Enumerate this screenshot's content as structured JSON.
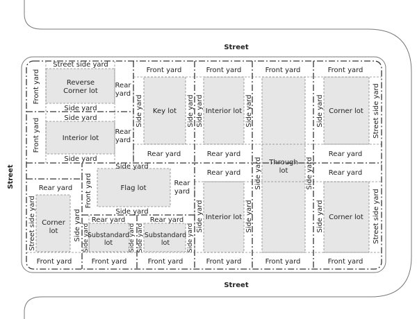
{
  "title": "Lot types and yards diagram",
  "labels": [
    "Street",
    "Street",
    "Street",
    "Street side yard",
    "Front yard",
    "Reverse",
    "Corner lot",
    "Rear",
    "yard",
    "Side yard",
    "Side yard",
    "Front yard",
    "Interior lot",
    "Rear",
    "yard",
    "Side yard",
    "Front yard",
    "Key lot",
    "Side yard",
    "Side yard",
    "Rear yard",
    "Front yard",
    "Side yard",
    "Interior lot",
    "Side yard",
    "Rear yard",
    "Front yard",
    "Through",
    "lot",
    "Side yard",
    "Side yard",
    "Front yard",
    "Side yard",
    "Corner lot",
    "Street side yard",
    "Rear yard",
    "Rear yard",
    "Rear yard",
    "Side yard",
    "Flag lot",
    "Rear",
    "yard",
    "Front yard",
    "Side yard",
    "Rear yard",
    "Street side yard",
    "Corner",
    "lot",
    "Side yard",
    "Rear yard",
    "Rear yard",
    "Side yard",
    "Substandard",
    "lot",
    "Side yard",
    "Side yard",
    "Substandard",
    "lot",
    "Side yard",
    "Side yard",
    "Interior lot",
    "Side yard",
    "Side yard",
    "Corner lot",
    "Street side yard",
    "Front yard",
    "Front yard",
    "Front yard",
    "Front yard",
    "Front yard",
    "Front yard"
  ]
}
